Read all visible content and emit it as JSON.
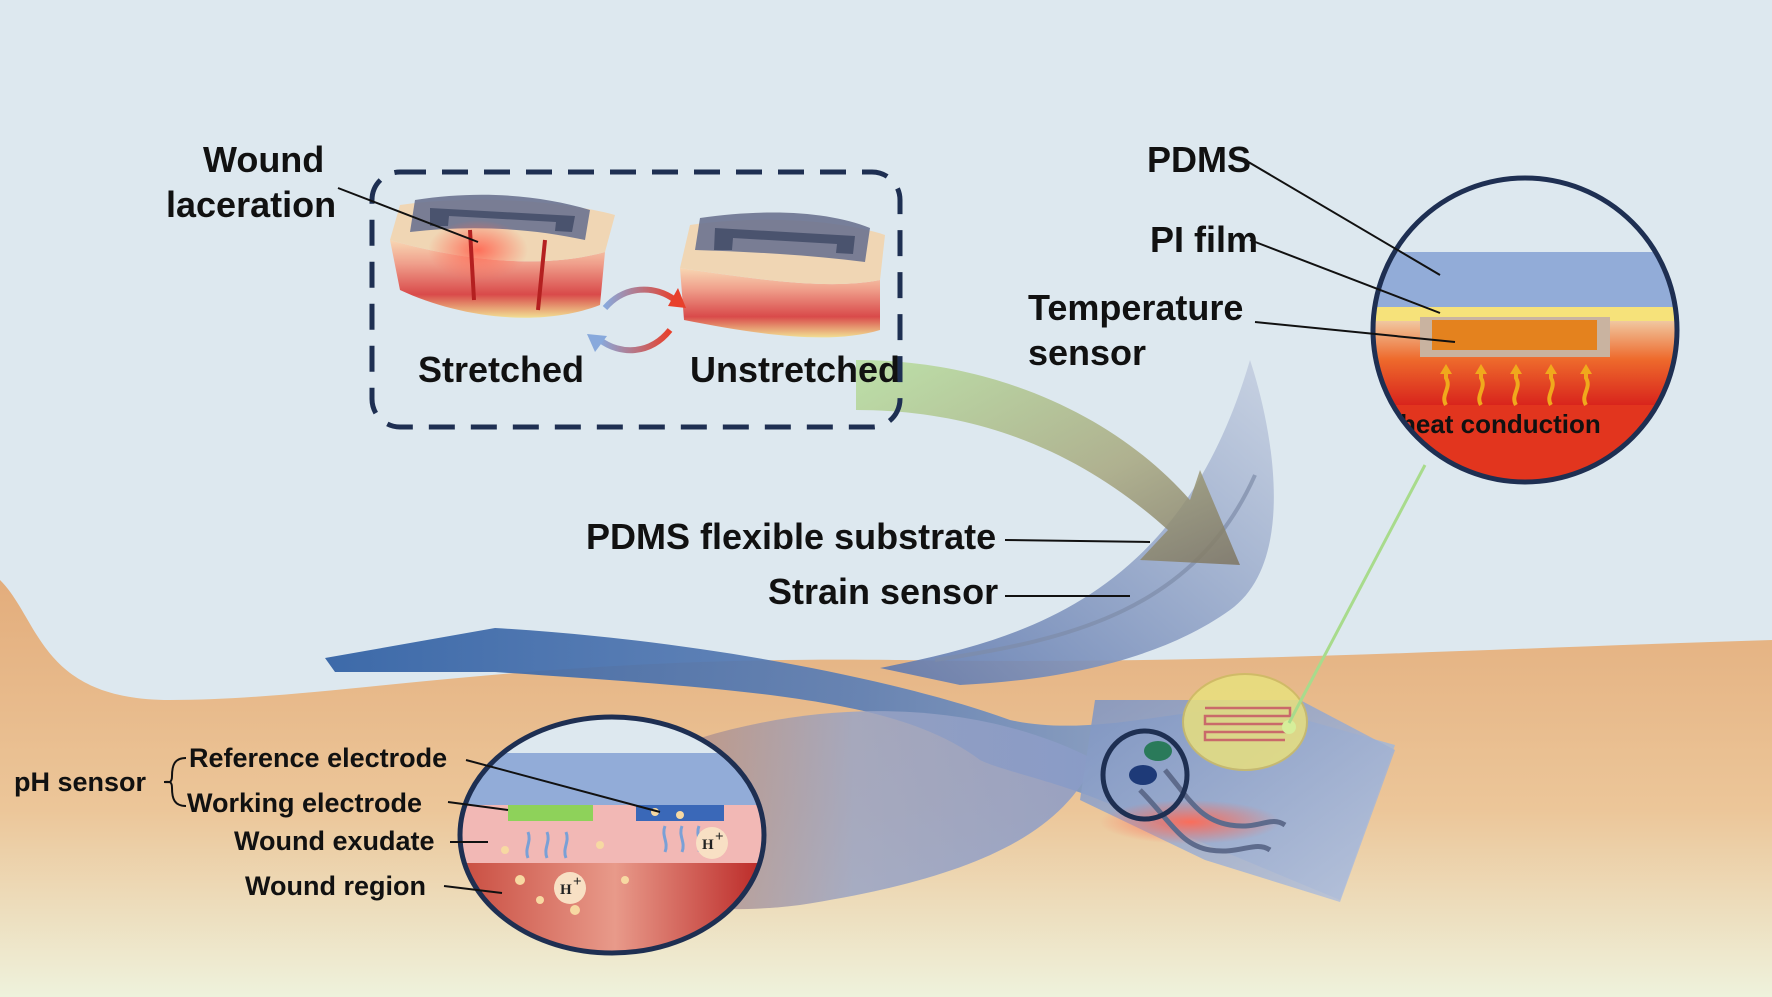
{
  "labels": {
    "wound_laceration_1": "Wound",
    "wound_laceration_2": "laceration",
    "stretched": "Stretched",
    "unstretched": "Unstretched",
    "pdms": "PDMS",
    "pi_film": "PI film",
    "temperature_sensor_1": "Temperature",
    "temperature_sensor_2": "sensor",
    "heat_conduction": "heat conduction",
    "pdms_flexible_substrate": "PDMS flexible substrate",
    "strain_sensor": "Strain sensor",
    "ph_sensor": "pH sensor",
    "reference_electrode": "Reference electrode",
    "working_electrode": "Working electrode",
    "wound_exudate": "Wound exudate",
    "wound_region": "Wound region",
    "proton": "H",
    "proton_charge": "+"
  },
  "colors": {
    "sky": "#dde8ef",
    "skin": "#e8b98d",
    "pdms_layer": "#92acd8",
    "pi_film": "#f6e27a",
    "temp_sensor": "#e4821e",
    "heat": "#e83a1f",
    "reference_electrode": "#3a68b8",
    "working_electrode": "#8ed25a",
    "exudate": "#f2b8b5",
    "wound_region": "#c8282a",
    "frame": "#1e2f52"
  }
}
